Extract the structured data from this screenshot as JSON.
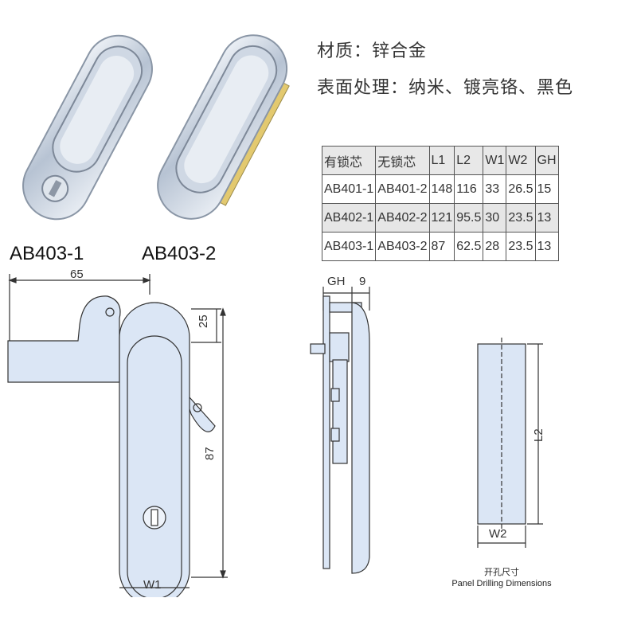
{
  "specs": {
    "material": "材质：锌合金",
    "finish": "表面处理：纳米、镀亮铬、黑色"
  },
  "models": {
    "left": "AB403-1",
    "right": "AB403-2"
  },
  "table": {
    "headers": [
      "有锁芯",
      "无锁芯",
      "L1",
      "L2",
      "W1",
      "W2",
      "GH"
    ],
    "rows": [
      [
        "AB401-1",
        "AB401-2",
        "148",
        "116",
        "33",
        "26.5",
        "15"
      ],
      [
        "AB402-1",
        "AB402-2",
        "121",
        "95.5",
        "30",
        "23.5",
        "13"
      ],
      [
        "AB403-1",
        "AB403-2",
        "87",
        "62.5",
        "28",
        "23.5",
        "13"
      ]
    ]
  },
  "front_view": {
    "dim_width": "65",
    "dim_top": "25",
    "dim_height": "87",
    "dim_bottom": "W1"
  },
  "side_view": {
    "dim_gh": "GH",
    "dim_9": "9"
  },
  "drill_view": {
    "dim_l2": "L2",
    "dim_w2": "W2",
    "caption_cn": "开孔尺寸",
    "caption_en": "Panel Drilling Dimensions"
  },
  "colors": {
    "part_fill": "#dbe6f5",
    "line": "#333333",
    "chrome": "#c9d3e0"
  }
}
